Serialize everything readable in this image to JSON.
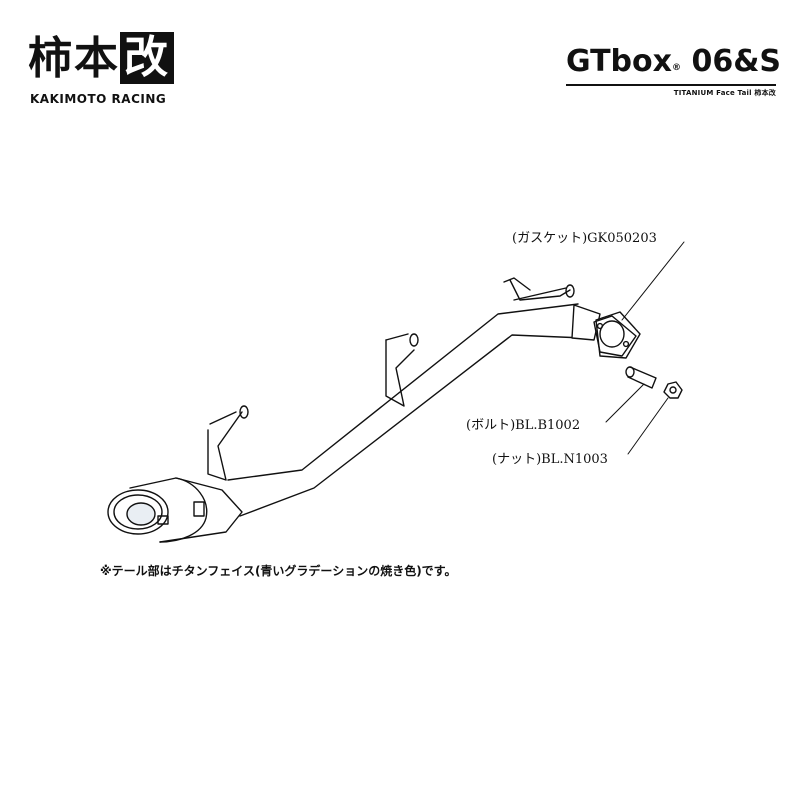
{
  "brand": {
    "logo_kanji_1": "柿",
    "logo_kanji_2": "本",
    "logo_kanji_3": "改",
    "name": "KAKIMOTO RACING"
  },
  "product": {
    "name": "GTbox",
    "reg_mark": "®",
    "model": "06&S",
    "subtitle": "TITANIUM Face Tail 柿本改"
  },
  "parts": {
    "gasket": "(ガスケット)GK050203",
    "bolt": "(ボルト)BL.B1002",
    "nut": "(ナット)BL.N1003"
  },
  "note": "※テール部はチタンフェイス(青いグラデーションの焼き色)です。",
  "colors": {
    "line": "#111111",
    "background": "#ffffff"
  }
}
